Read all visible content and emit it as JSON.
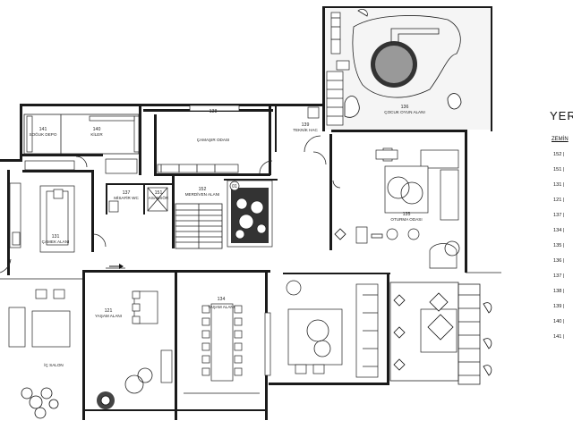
{
  "legend": {
    "title": "YER",
    "subtitle": "ZEMİN",
    "rows": [
      "152 |",
      "151 |",
      "131 |",
      "121 |",
      "137 |",
      "134 |",
      "135 |",
      "136 |",
      "137 |",
      "138 |",
      "139 |",
      "140 |",
      "141 |"
    ]
  },
  "rooms": {
    "r141": {
      "num": "141",
      "name": "SOĞUK DEPO"
    },
    "r140": {
      "num": "140",
      "name": "KİLER"
    },
    "r138": {
      "num": "138",
      "name": "ÇAMAŞIR ODASI"
    },
    "r139": {
      "num": "139",
      "name": "TEKNİK HAC"
    },
    "r136": {
      "num": "136",
      "name": "ÇOCUK OYUN ALANI"
    },
    "r137": {
      "num": "137",
      "name": "MİSAFİR WC"
    },
    "r151": {
      "num": "151",
      "name": "ASANSÖR"
    },
    "r152": {
      "num": "152",
      "name": "MERDİVEN ALANI"
    },
    "r131": {
      "num": "131",
      "name": "ÇAMEK ALANI"
    },
    "r135": {
      "num": "135",
      "name": "OTURMA ODASI"
    },
    "r121": {
      "num": "121",
      "name": "YAŞAM ALANI"
    },
    "r134": {
      "num": "134",
      "name": "YAŞAM ALANI"
    },
    "salon": {
      "name": "İÇ SALON"
    }
  },
  "markers": {
    "stair_tag": "01"
  }
}
